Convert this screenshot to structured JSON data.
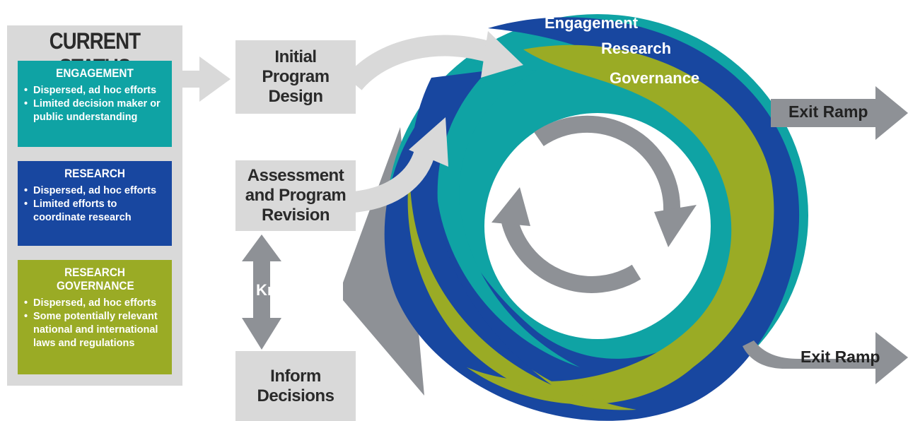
{
  "current_status": {
    "title": "CURRENT STATUS",
    "engagement": {
      "heading": "ENGAGEMENT",
      "bullets": [
        "Dispersed, ad hoc efforts",
        "Limited decision maker or public understanding"
      ]
    },
    "research": {
      "heading": "RESEARCH",
      "bullets": [
        "Dispersed, ad hoc efforts",
        "Limited efforts to coordinate research"
      ]
    },
    "governance": {
      "heading": "RESEARCH GOVERNANCE",
      "bullets": [
        "Dispersed, ad hoc efforts",
        "Some potentially relevant national and international laws and regulations"
      ]
    }
  },
  "steps": {
    "initial": "Initial Program Design",
    "assessment": "Assessment and Program Revision",
    "knowledge": "Knowledge",
    "inform": "Inform Decisions"
  },
  "cycle": {
    "engagement": "Engagement",
    "research": "Research",
    "governance": "Governance"
  },
  "exits": {
    "top": "Exit Ramp",
    "bottom": "Exit Ramp"
  },
  "colors": {
    "teal": "#0fa3a4",
    "blue": "#1847a0",
    "olive": "#9aab25",
    "gray": "#d9d9d9",
    "dark_gray": "#8e9196"
  }
}
